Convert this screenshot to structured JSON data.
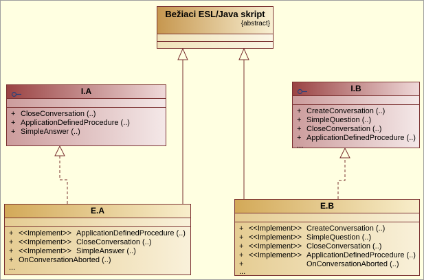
{
  "colors": {
    "background": "#FFFFE1",
    "line": "#7A3030",
    "interface_header": "#9A4343",
    "class_header": "#D3A958",
    "icon_blue": "#27427C"
  },
  "abstract_class": {
    "title": "Bežiaci ESL/Java skript",
    "stereotype": "{abstract}"
  },
  "interface_a": {
    "name": "I.A",
    "methods": [
      {
        "vis": "+",
        "name": "CloseConversation (..)"
      },
      {
        "vis": "+",
        "name": "ApplicationDefinedProcedure (..)"
      },
      {
        "vis": "+",
        "name": "SimpleAnswer (..)"
      }
    ]
  },
  "interface_b": {
    "name": "I.B",
    "methods": [
      {
        "vis": "+",
        "name": "CreateConversation (..)"
      },
      {
        "vis": "+",
        "name": "SimpleQuestion (..)"
      },
      {
        "vis": "+",
        "name": "CloseConversation (..)"
      },
      {
        "vis": "+",
        "name": "ApplicationDefinedProcedure (..)"
      }
    ],
    "more": "..."
  },
  "class_ea": {
    "name": "E.A",
    "methods": [
      {
        "vis": "+",
        "stereotype": "<<Implement>>",
        "name": "ApplicationDefinedProcedure (..)"
      },
      {
        "vis": "+",
        "stereotype": "<<Implement>>",
        "name": "CloseConversation (..)"
      },
      {
        "vis": "+",
        "stereotype": "<<Implement>>",
        "name": "SimpleAnswer (..)"
      },
      {
        "vis": "+",
        "name": "OnConversationAborted (..)"
      }
    ],
    "more": "..."
  },
  "class_eb": {
    "name": "E.B",
    "methods": [
      {
        "vis": "+",
        "stereotype": "<<Implement>>",
        "name": "CreateConversation (..)"
      },
      {
        "vis": "+",
        "stereotype": "<<Implement>>",
        "name": "SimpleQuestion (..)"
      },
      {
        "vis": "+",
        "stereotype": "<<Implement>>",
        "name": "CloseConversation (..)"
      },
      {
        "vis": "+",
        "stereotype": "<<Implement>>",
        "name": "ApplicationDefinedProcedure (..)"
      },
      {
        "vis": "+",
        "name": "OnConversationAborted (..)"
      }
    ],
    "more": "..."
  },
  "relationships": [
    {
      "from": "E.A",
      "to": "Bežiaci ESL/Java skript",
      "type": "generalization"
    },
    {
      "from": "E.B",
      "to": "Bežiaci ESL/Java skript",
      "type": "generalization"
    },
    {
      "from": "E.A",
      "to": "I.A",
      "type": "realization"
    },
    {
      "from": "E.B",
      "to": "I.B",
      "type": "realization"
    }
  ]
}
